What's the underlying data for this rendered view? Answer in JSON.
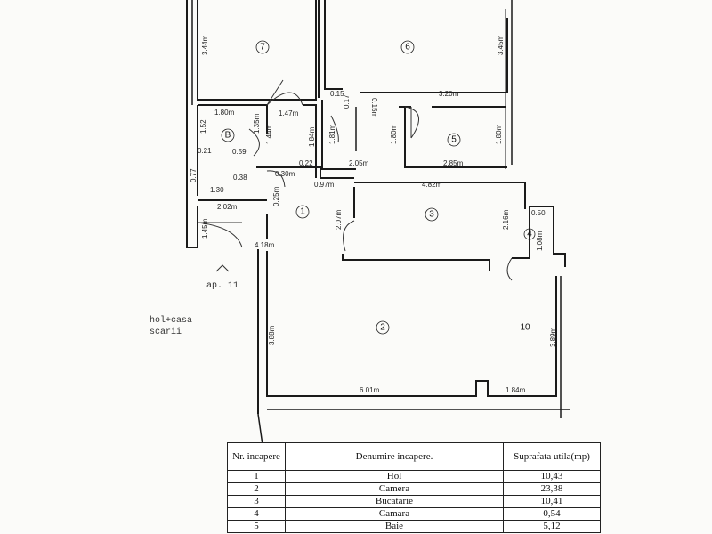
{
  "rooms": [
    {
      "no": "1",
      "name": "Hol",
      "area": "10,43"
    },
    {
      "no": "2",
      "name": "Camera",
      "area": "23,38"
    },
    {
      "no": "3",
      "name": "Bucatarie",
      "area": "10,41"
    },
    {
      "no": "4",
      "name": "Camara",
      "area": "0,54"
    },
    {
      "no": "5",
      "name": "Baie",
      "area": "5,12"
    }
  ],
  "table_headers": {
    "col_no": "Nr. incapere",
    "col_name": "Denumire incapere.",
    "col_area": "Suprafata utila(mp)"
  },
  "plan_labels": {
    "ap": "ap. 11",
    "hol_line1": "hol+casa",
    "hol_line2": "scarii",
    "room_b": "B",
    "markers": [
      "7",
      "6",
      "5",
      "1",
      "3",
      "4",
      "2",
      "10"
    ]
  },
  "dimensions": {
    "d_344": "3.44m",
    "d_345": "3.45m",
    "d_180a": "1.80m",
    "d_147": "1.47m",
    "d_015": "0.15",
    "d_017": "0.17",
    "d_015b": "0.15m",
    "d_320": "3.20m",
    "d_152": "1.52",
    "d_135": "1.35m",
    "d_144": "1.44m",
    "d_184": "1.84m",
    "d_181": "1.81m",
    "d_180b": "1.80m",
    "d_180c": "1.80m",
    "d_059": "0.59",
    "d_021": "0.21",
    "d_077": "0.77",
    "d_030": "0.30m",
    "d_022": "0.22",
    "d_205": "2.05m",
    "d_285": "2.85m",
    "d_038": "0.38",
    "d_130": "1.30",
    "d_097": "0.97m",
    "d_482": "4.82m",
    "d_025": "0.25m",
    "d_202": "2.02m",
    "d_207": "2.07m",
    "d_216": "2.16m",
    "d_050": "0.50",
    "d_108": "1.08m",
    "d_145": "1.45m",
    "d_418": "4.18m",
    "d_388": "3.88m",
    "d_389": "3.89m",
    "d_601": "6.01m",
    "d_184b": "1.84m"
  }
}
